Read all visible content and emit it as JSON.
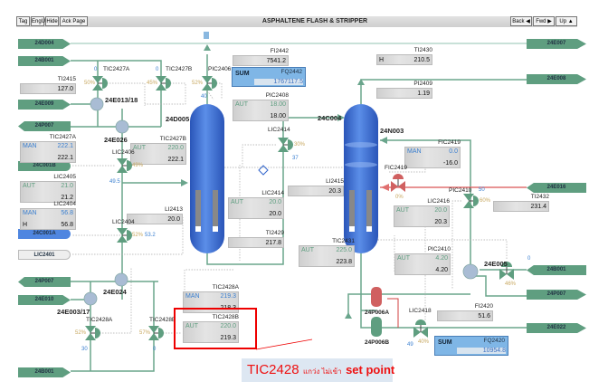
{
  "toolbar": {
    "buttons": [
      "Tag",
      "EngU",
      "Hide",
      "Ack Page"
    ],
    "title": "ASPHALTENE FLASH & STRIPPER",
    "nav": [
      "Back ◀",
      "Fwd ▶",
      "Up ▲"
    ]
  },
  "connectors": [
    {
      "label": "24D004",
      "dir": "right"
    },
    {
      "label": "24B001",
      "dir": "right"
    },
    {
      "label": "24E009",
      "dir": "right"
    },
    {
      "label": "24P007",
      "dir": "left"
    },
    {
      "label": "24C001B",
      "dir": "round"
    },
    {
      "label": "24C001A",
      "dir": "round-blue"
    },
    {
      "label": "LIC2401",
      "dir": "round-light"
    },
    {
      "label": "24P007",
      "dir": "left"
    },
    {
      "label": "24E010",
      "dir": "right"
    },
    {
      "label": "24B001",
      "dir": "right"
    },
    {
      "label": "24E007",
      "dir": "right"
    },
    {
      "label": "24E008",
      "dir": "right"
    },
    {
      "label": "24E016",
      "dir": "left"
    },
    {
      "label": "24B001",
      "dir": "left"
    },
    {
      "label": "24P007",
      "dir": "right"
    },
    {
      "label": "24E022",
      "dir": "right"
    }
  ],
  "faceplates": [
    {
      "tag": "TI2415",
      "pv": "127.0"
    },
    {
      "tag": "TIC2427A",
      "mode": "MAN",
      "sp": "222.1",
      "pv": "222.1"
    },
    {
      "tag": "LIC2405",
      "mode": "AUT",
      "sp": "21.0",
      "pv": "21.2"
    },
    {
      "tag": "LIC2404",
      "mode": "MAN",
      "sp": "56.8",
      "pv": "56.8",
      "flag": "H"
    },
    {
      "tag": "TIC2427B",
      "mode": "AUT",
      "sp": "220.0",
      "pv": "222.1"
    },
    {
      "tag": "FI2442",
      "pv": "7541.2"
    },
    {
      "tag": "PIC2408",
      "mode": "AUT",
      "sp": "18.00",
      "pv": "18.00"
    },
    {
      "tag": "LI2413",
      "pv": "20.0"
    },
    {
      "tag": "LIC2414",
      "mode": "AUT",
      "sp": "20.0",
      "pv": "20.0"
    },
    {
      "tag": "TI2429",
      "pv": "217.8"
    },
    {
      "tag": "TI2430",
      "pv": "210.5",
      "flag": "H"
    },
    {
      "tag": "PI2409",
      "pv": "1.19"
    },
    {
      "tag": "FIC2419",
      "mode": "MAN",
      "sp": "0.0",
      "pv": "-16.0"
    },
    {
      "tag": "LI2415",
      "pv": "20.3"
    },
    {
      "tag": "LIC2416",
      "mode": "AUT",
      "sp": "20.0",
      "pv": "20.3"
    },
    {
      "tag": "TI2432",
      "pv": "231.4"
    },
    {
      "tag": "TIC2431",
      "mode": "AUT",
      "sp": "225.0",
      "pv": "223.8"
    },
    {
      "tag": "PIC2410",
      "mode": "AUT",
      "sp": "4.20",
      "pv": "4.20"
    },
    {
      "tag": "FI2420",
      "pv": "51.6"
    },
    {
      "tag": "TIC2428A",
      "mode": "MAN",
      "sp": "219.3",
      "pv": "218.3"
    },
    {
      "tag": "TIC2428B",
      "mode": "AUT",
      "sp": "220.0",
      "pv": "219.3"
    }
  ],
  "totalizers": [
    {
      "label": "SUM",
      "tag": "FQ2442",
      "value": "1767117.5"
    },
    {
      "label": "SUM",
      "tag": "FQ2420",
      "value": "10954.8"
    }
  ],
  "valves": [
    {
      "tag": "TIC2427A",
      "pct": "50%",
      "out": "0"
    },
    {
      "tag": "TIC2427B",
      "pct": "45%",
      "out": "0"
    },
    {
      "tag": "PIC2406",
      "pct": "52%",
      "out": "40"
    },
    {
      "tag": "LIC2406",
      "pct": "49%",
      "out": "49.5"
    },
    {
      "tag": "LIC2414",
      "pct": "30%",
      "out": "37"
    },
    {
      "tag": "LIC2404",
      "pct": "52%",
      "out": "53.2"
    },
    {
      "tag": "TIC2428A",
      "pct": "52%",
      "out": "30"
    },
    {
      "tag": "TIC2428B",
      "pct": "57%",
      "out": "0"
    },
    {
      "tag": "FIC2419",
      "pct": "0%",
      "out": "",
      "color": "#d06060"
    },
    {
      "tag": "PIC2410",
      "pct": "60%",
      "out": "50"
    },
    {
      "tag": "",
      "pct": "46%",
      "out": "0"
    },
    {
      "tag": "LIC2418",
      "pct": "40%",
      "out": "49"
    }
  ],
  "equipment": [
    "24E013/18",
    "24E026",
    "24D005",
    "24C004",
    "24N003",
    "24E024",
    "24E003/17",
    "24E005",
    "24P006A",
    "24P006B"
  ],
  "annotation": {
    "tag": "TIC2428",
    "thai": "แกว่ง ไม่เข้า",
    "text": "set point"
  },
  "colors": {
    "pipe": "#5f9e80",
    "vessel": "#3f6fd0",
    "alarm": "#e00000",
    "man": "#3a7fd0",
    "aut": "#5f9e80"
  }
}
